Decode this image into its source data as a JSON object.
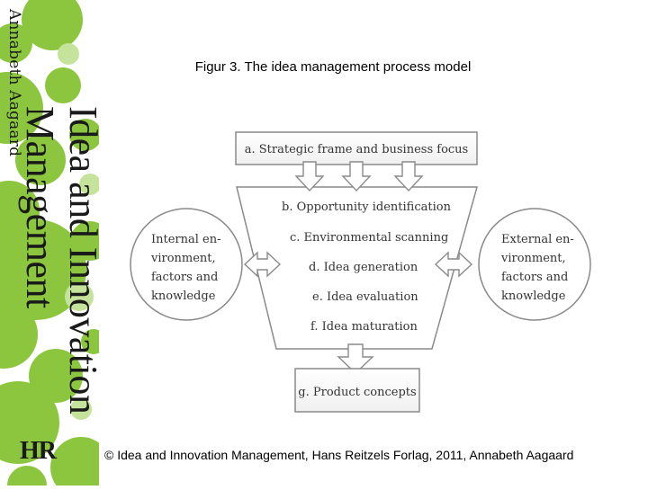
{
  "slide": {
    "figure_title": "Figur 3. The idea management process model",
    "copyright": "© Idea and Innovation Management, Hans Reitzels Forlag, 2011, Annabeth Aagaard"
  },
  "sidebar": {
    "author": "Annabeth Aagaard",
    "book_title": "Idea and Innovation Management",
    "logo_text": "HR",
    "accent_color": "#8cc63f"
  },
  "diagram": {
    "top_box": "a. Strategic frame and business focus",
    "funnel_steps": [
      "b. Opportunity identification",
      "c. Environmental scanning",
      "d. Idea generation",
      "e. Idea evaluation",
      "f. Idea maturation"
    ],
    "output_box": "g. Product concepts",
    "left_circle": [
      "Internal en-",
      "vironment,",
      "factors and",
      "knowledge"
    ],
    "right_circle": [
      "External en-",
      "vironment,",
      "factors and",
      "knowledge"
    ]
  }
}
